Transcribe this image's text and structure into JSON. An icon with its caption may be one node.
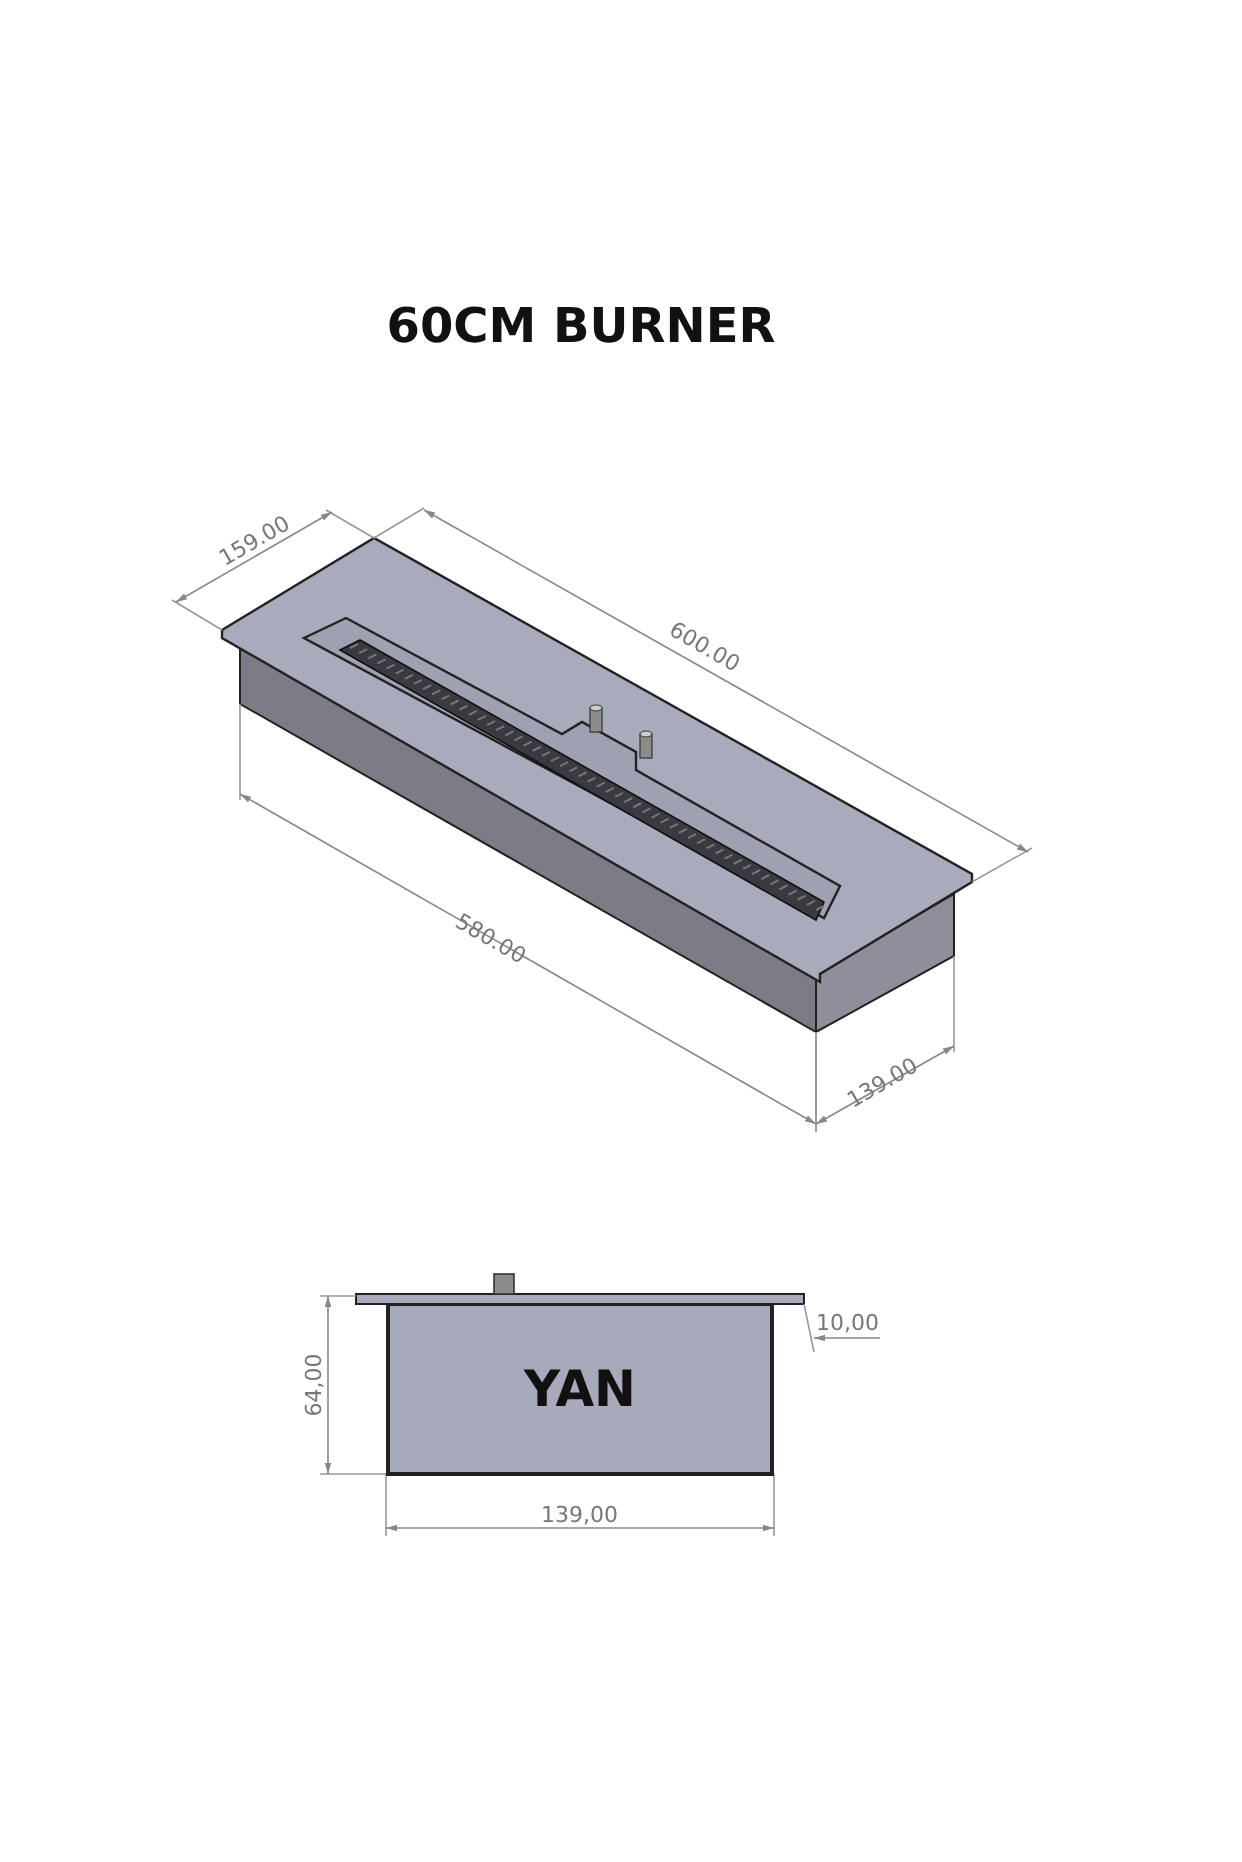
{
  "diagram": {
    "title": "60CM BURNER",
    "nodes": [
      {
        "text": [
          "YAN"
        ]
      }
    ],
    "labels": [
      "159.00",
      "600.00",
      "580.00",
      "139.00",
      "10,00",
      "64,00",
      "139,00"
    ]
  }
}
